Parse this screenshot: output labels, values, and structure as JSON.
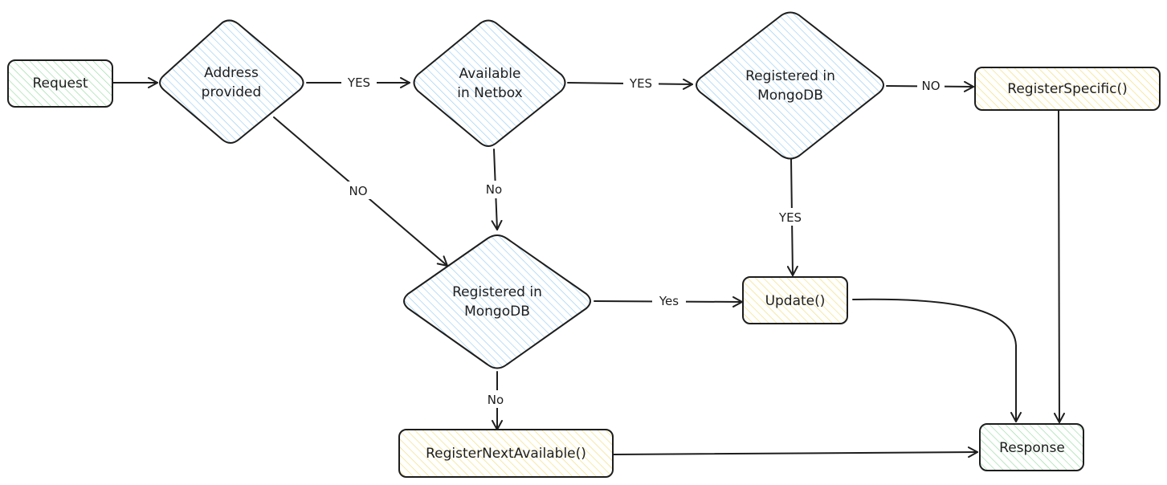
{
  "colors": {
    "stroke": "#1e1e1e",
    "green_fill": "#b2f2bb",
    "blue_fill": "#a5d8ff",
    "yellow_fill": "#ffec99",
    "background": "#ffffff"
  },
  "nodes": {
    "request": {
      "label": "Request"
    },
    "address_provided": {
      "lines": [
        "Address",
        "provided"
      ]
    },
    "available_netbox": {
      "lines": [
        "Available",
        "in Netbox"
      ]
    },
    "registered_top": {
      "lines": [
        "Registered in",
        "MongoDB"
      ]
    },
    "register_specific": {
      "label": "RegisterSpecific()"
    },
    "registered_mid": {
      "lines": [
        "Registered in",
        "MongoDB"
      ]
    },
    "update": {
      "label": "Update()"
    },
    "register_next": {
      "label": "RegisterNextAvailable()"
    },
    "response": {
      "label": "Response"
    }
  },
  "edges": {
    "address_yes": "YES",
    "address_no": "NO",
    "netbox_yes": "YES",
    "netbox_no": "No",
    "registered_top_no": "NO",
    "registered_top_yes": "YES",
    "registered_mid_yes": "Yes",
    "registered_mid_no": "No"
  }
}
